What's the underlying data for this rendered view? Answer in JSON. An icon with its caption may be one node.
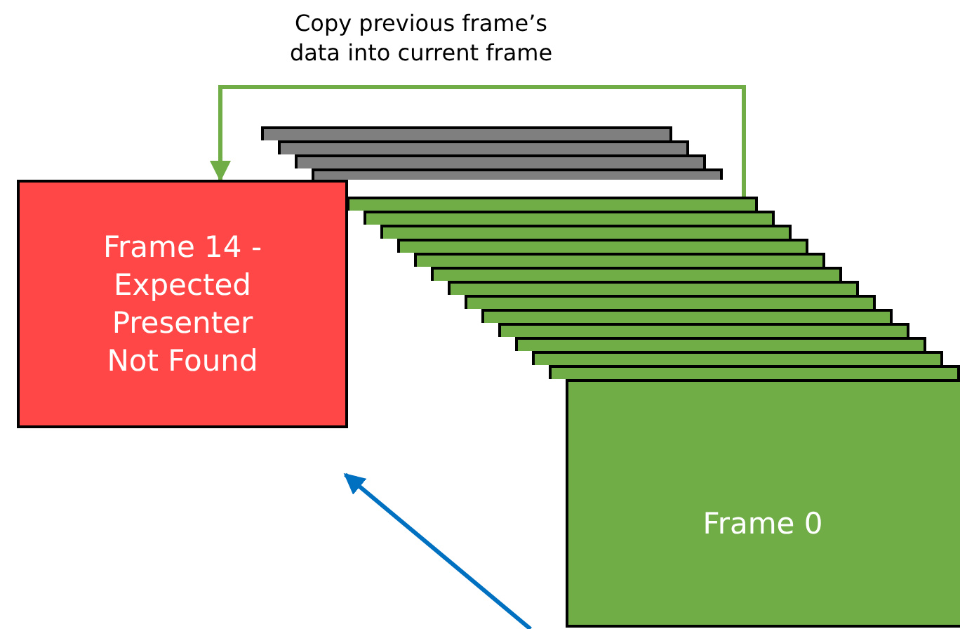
{
  "diagram": {
    "nodes": [
      {
        "text": [],
        "shape": "box"
      },
      {
        "text": [],
        "shape": "box"
      },
      {
        "text": [],
        "shape": "box"
      },
      {
        "text": [],
        "shape": "box"
      },
      {
        "text": [
          "Frame 14 - Expected Presenter Not Found"
        ]
      },
      {
        "text": [],
        "shape": "box"
      },
      {
        "text": [],
        "shape": "box"
      },
      {
        "text": [],
        "shape": "box"
      },
      {
        "text": [],
        "shape": "box"
      },
      {
        "text": [],
        "shape": "box"
      },
      {
        "text": [],
        "shape": "box"
      },
      {
        "text": [],
        "shape": "box"
      },
      {
        "text": [],
        "shape": "box"
      },
      {
        "text": [],
        "shape": "box"
      },
      {
        "text": [],
        "shape": "box"
      },
      {
        "text": [],
        "shape": "box"
      },
      {
        "text": [],
        "shape": "box"
      },
      {
        "text": [],
        "shape": "box"
      },
      {
        "text": [
          "Frame 0"
        ]
      }
    ],
    "edges": [
      {
        "from": 5,
        "to": 4,
        "arrow": "to",
        "label": "Copy previous frame’s data into current frame"
      }
    ]
  }
}
